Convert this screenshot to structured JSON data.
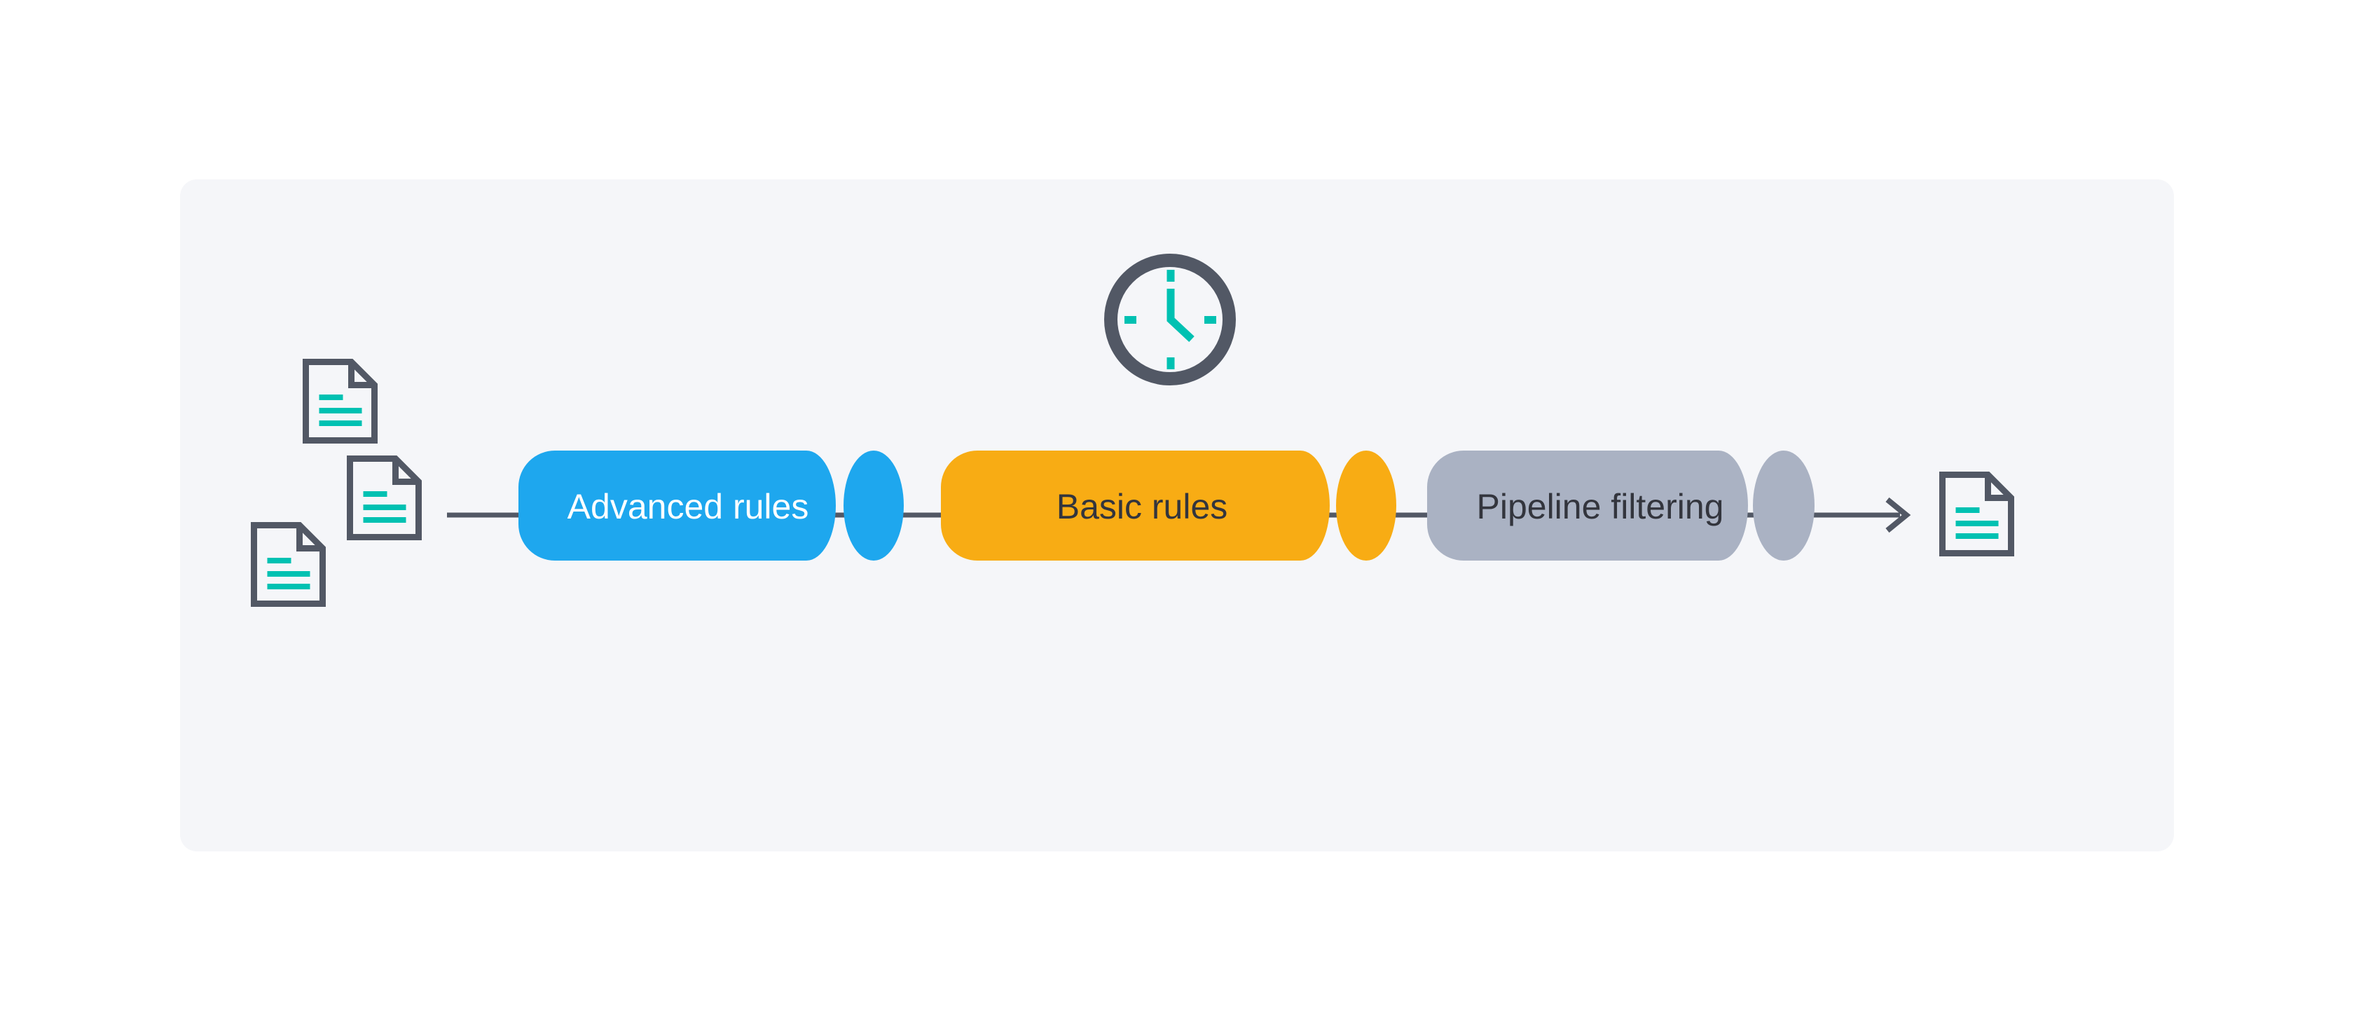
{
  "colors": {
    "page_background": "#FFFFFF",
    "panel_background": "#F5F6F9",
    "outline_dark": "#525865",
    "accent_teal": "#00C1B2",
    "stage_blue": "#1EA7EE",
    "stage_orange": "#F8AC14",
    "stage_gray": "#AAB2C3"
  },
  "diagram": {
    "description": "Documents flow through three pipeline stages to an output document",
    "input_document_count": 3,
    "output_document_count": 1,
    "clock": {
      "icon": "clock-icon",
      "time_shown": "5:00"
    },
    "stages": [
      {
        "label": "Advanced rules",
        "fill": "#1EA7EE",
        "label_color": "#FFFFFF"
      },
      {
        "label": "Basic rules",
        "fill": "#F8AC14",
        "label_color": "#33353D"
      },
      {
        "label": "Pipeline filtering",
        "fill": "#AAB2C3",
        "label_color": "#33353D"
      }
    ],
    "icons": [
      "document-icon",
      "clock-icon",
      "arrow-right-icon"
    ]
  }
}
